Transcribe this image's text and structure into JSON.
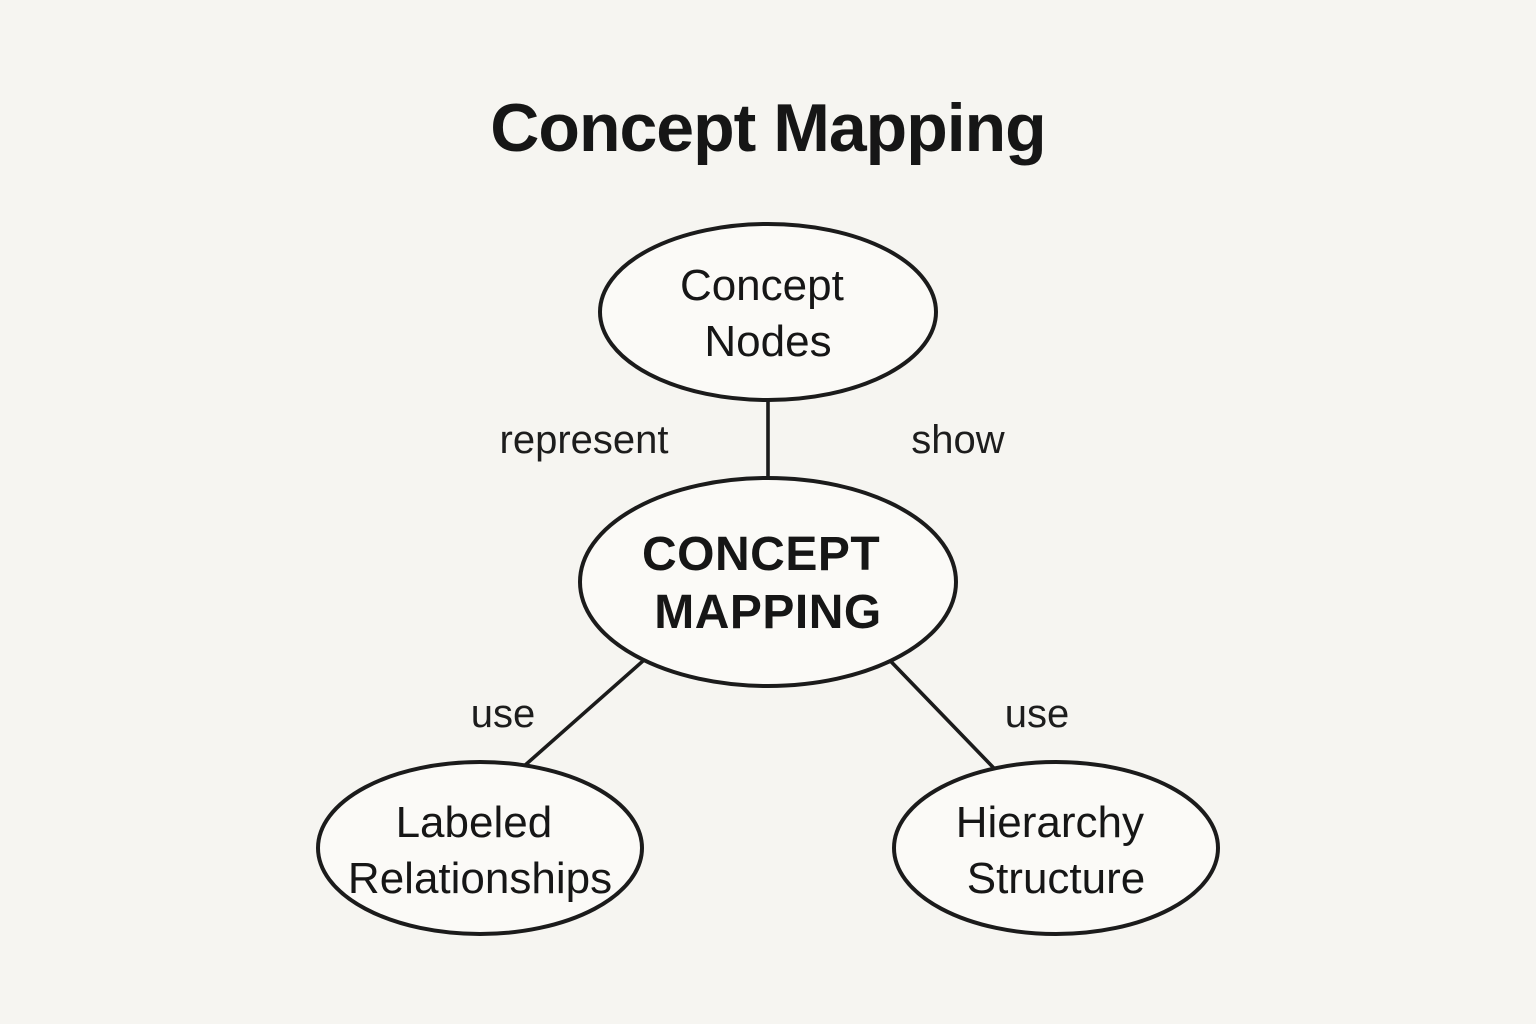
{
  "page": {
    "title": "Concept Mapping"
  },
  "colors": {
    "background": "#f6f5f1",
    "node_fill": "#fbfaf7",
    "stroke": "#1b1b1b",
    "text": "#161616"
  },
  "diagram": {
    "nodes": [
      {
        "id": "concept-nodes",
        "line1": "Concept",
        "line2": "Nodes",
        "emphasis": "normal"
      },
      {
        "id": "concept-mapping",
        "line1": "CONCEPT",
        "line2": "MAPPING",
        "emphasis": "bold"
      },
      {
        "id": "labeled-relationships",
        "line1": "Labeled",
        "line2": "Relationships",
        "emphasis": "normal"
      },
      {
        "id": "hierarchy-structure",
        "line1": "Hierarchy",
        "line2": "Structure",
        "emphasis": "normal"
      }
    ],
    "edge_labels": [
      {
        "id": "represent",
        "text": "represent"
      },
      {
        "id": "show",
        "text": "show"
      },
      {
        "id": "use-left",
        "text": "use"
      },
      {
        "id": "use-right",
        "text": "use"
      }
    ],
    "edges": [
      {
        "from": "concept-mapping",
        "to": "concept-nodes"
      },
      {
        "from": "concept-mapping",
        "to": "labeled-relationships"
      },
      {
        "from": "concept-mapping",
        "to": "hierarchy-structure"
      }
    ]
  }
}
